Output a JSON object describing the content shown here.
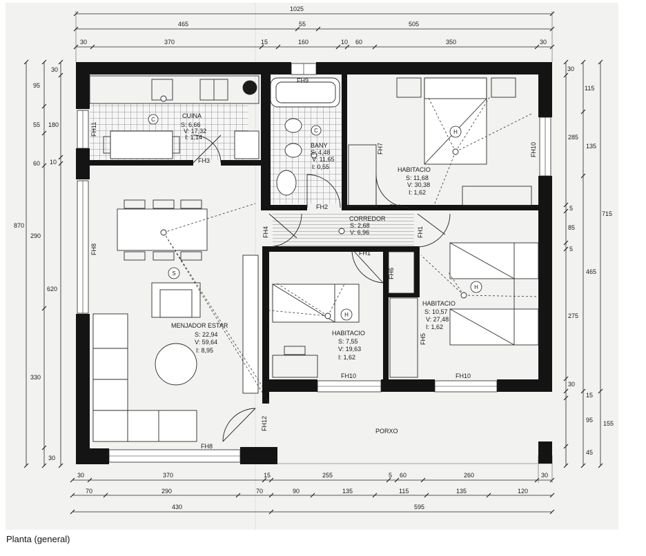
{
  "caption": "Planta (general)",
  "colors": {
    "wall": "#141414",
    "paper": "#f2f2f0",
    "line": "#2a2a2a",
    "tile": "#777777"
  },
  "dimensions": {
    "top_total": "1025",
    "top_row1": [
      "465",
      "55",
      "505"
    ],
    "top_row2": [
      "30",
      "370",
      "15",
      "160",
      "10",
      "60",
      "350",
      "30"
    ],
    "left_outer": "870",
    "left_col1": [
      "95",
      "55",
      "60",
      "290",
      "330",
      "30"
    ],
    "left_col2": [
      "30",
      "180",
      "10",
      "620"
    ],
    "right_col1": [
      "30",
      "285",
      "5",
      "85",
      "5",
      "275",
      "30",
      "15",
      "95",
      "45"
    ],
    "right_col2": [
      "115",
      "135",
      "465",
      "155"
    ],
    "right_outer": "715",
    "bottom_row1": [
      "30",
      "370",
      "15",
      "255",
      "5",
      "60",
      "260",
      "30"
    ],
    "bottom_row2": [
      "70",
      "290",
      "70",
      "90",
      "135",
      "115",
      "135",
      "120"
    ],
    "bottom_row3": [
      "430",
      "595"
    ]
  },
  "rooms": {
    "cuina": {
      "name": "CUINA",
      "s": "S: 6,66",
      "v": "V: 17,32",
      "i": "I: 1,14",
      "tag": "C"
    },
    "bany": {
      "name": "BANY",
      "s": "S: 4,48",
      "v": "V: 11,65",
      "i": "I: 0,55",
      "tag": "C"
    },
    "hab1": {
      "name": "HABITACIO",
      "s": "S: 11,68",
      "v": "V: 30,38",
      "i": "I: 1,62",
      "tag": "H"
    },
    "corredor": {
      "name": "CORREDOR",
      "s": "S: 2,68",
      "v": "V: 6,96"
    },
    "hab2": {
      "name": "HABITACIO",
      "s": "S: 10,57",
      "v": "V: 27,48",
      "i": "I: 1,62",
      "tag": "H"
    },
    "hab3": {
      "name": "HABITACIO",
      "s": "S: 7,55",
      "v": "V: 19,63",
      "i": "I: 1,62",
      "tag": "H"
    },
    "menjador": {
      "name": "MENJADOR ESTAR",
      "s": "S: 22,94",
      "v": "V: 59,64",
      "i": "I: 8,95",
      "tag": "S"
    },
    "porxo": {
      "name": "PORXO"
    }
  },
  "openings": {
    "fh1a": "FH1",
    "fh1b": "FH1",
    "fh1c": "FH1",
    "fh2": "FH2",
    "fh3": "FH3",
    "fh4": "FH4",
    "fh5": "FH5",
    "fh6": "FH6",
    "fh7": "FH7",
    "fh8a": "FH8",
    "fh8b": "FH8",
    "fh9": "FH9",
    "fh10a": "FH10",
    "fh10b": "FH10",
    "fh10c": "FH10",
    "fh11": "FH11",
    "fh12": "FH12"
  }
}
